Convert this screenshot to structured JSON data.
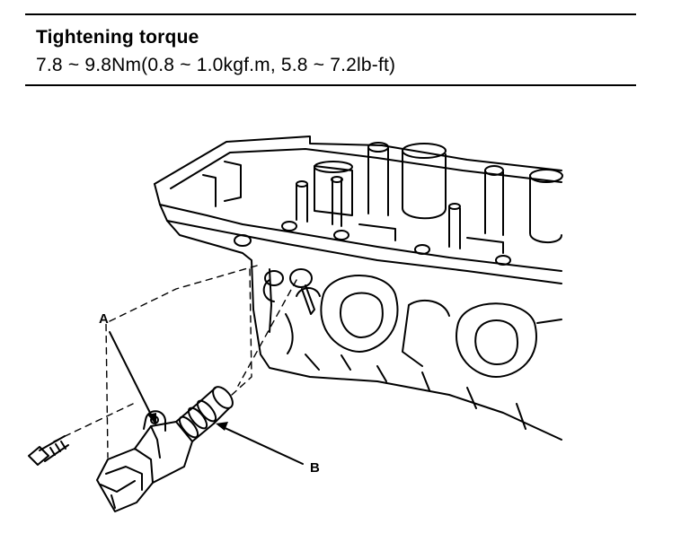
{
  "header": {
    "title": "Tightening torque",
    "spec": "7.8 ~ 9.8Nm(0.8 ~ 1.0kgf.m, 5.8 ~ 7.2lb-ft)"
  },
  "callouts": {
    "a": "A",
    "b": "B"
  },
  "icons": {
    "cylinder_head": "cylinder-head-illustration",
    "solenoid": "oil-control-valve-illustration",
    "bolt": "bolt-illustration"
  },
  "colors": {
    "ink": "#000000",
    "paper": "#ffffff"
  }
}
